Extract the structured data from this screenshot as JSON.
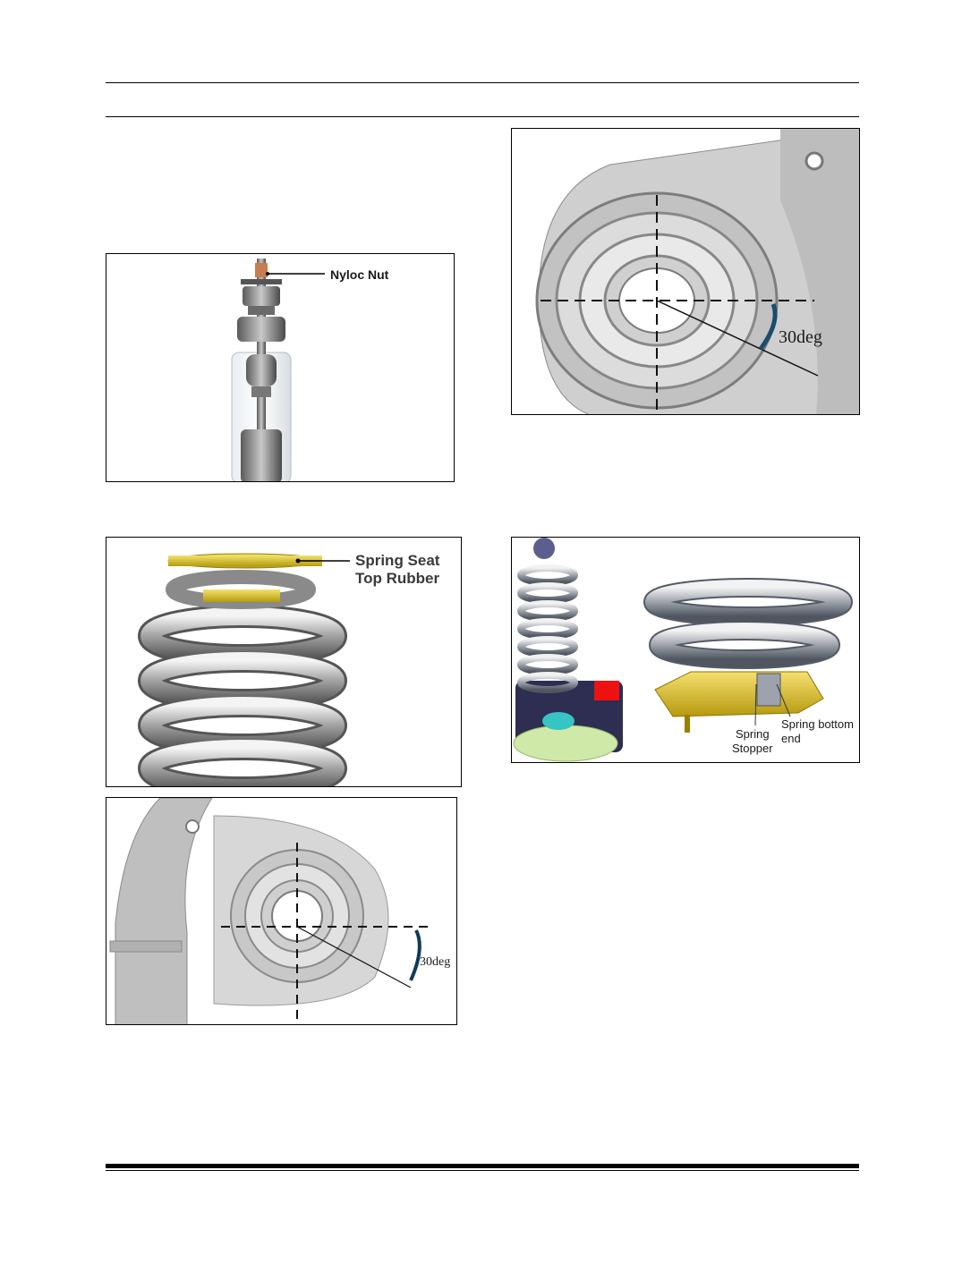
{
  "figures": {
    "nyloc": {
      "label": "Nyloc Nut"
    },
    "spring_seat": {
      "label_line1": "Spring Seat",
      "label_line2": "Top Rubber"
    },
    "arm_top_right": {
      "angle_label": "30deg"
    },
    "spring_bottom": {
      "stopper_line1": "Spring",
      "stopper_line2": "Stopper",
      "bottom_line1": "Spring bottom",
      "bottom_line2": "end"
    },
    "arm_bottom_left": {
      "angle_label": "30deg"
    }
  }
}
